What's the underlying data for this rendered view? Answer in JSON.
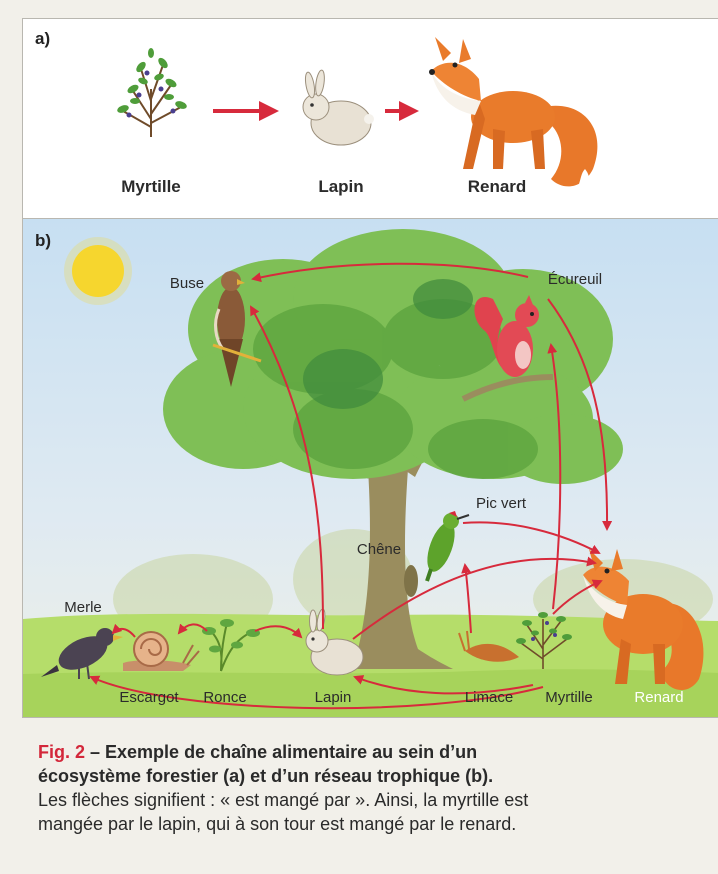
{
  "panel_a": {
    "label": "a)",
    "species": [
      {
        "id": "myrtille",
        "name": "Myrtille"
      },
      {
        "id": "lapin",
        "name": "Lapin"
      },
      {
        "id": "renard",
        "name": "Renard"
      }
    ]
  },
  "panel_b": {
    "label": "b)",
    "nodes": {
      "buse": "Buse",
      "ecureuil": "Écureuil",
      "pic_vert": "Pic vert",
      "chene": "Chêne",
      "merle": "Merle",
      "escargot": "Escargot",
      "ronce": "Ronce",
      "lapin": "Lapin",
      "limace": "Limace",
      "myrtille": "Myrtille",
      "renard": "Renard"
    }
  },
  "caption": {
    "fig": "Fig. 2",
    "title_part1": " – Exemple de chaîne alimentaire au sein d’un",
    "title_part2": "écosystème forestier (a) et d’un réseau trophique (b).",
    "text_line1": "Les flèches signifient : « est mangé par ». Ainsi, la myrtille est",
    "text_line2": "mangée par le lapin, qui à son tour est mangé par le renard."
  },
  "colors": {
    "arrow": "#d72a3c",
    "fig_label": "#d3273a",
    "sky": "#cfe3f2",
    "grass": "#b5dd6a",
    "sun": "#f6d62e"
  }
}
